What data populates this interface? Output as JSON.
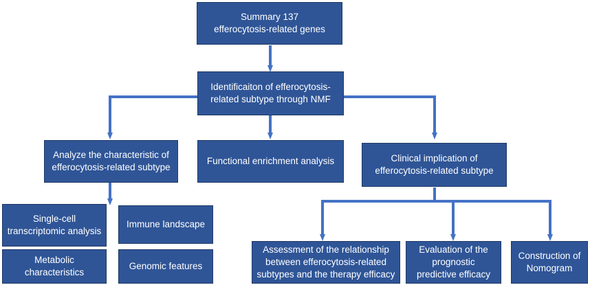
{
  "nodes": {
    "summary": "Summary 137\nefferocytosis-related genes",
    "identification": "Identificaiton of efferocytosis-\nrelated subtype through NMF",
    "analyze": "Analyze the characteristic of\nefferocytosis-related subtype",
    "functional": "Functional enrichment analysis",
    "clinical": "Clinical implication of\nefferocytosis-related subtype",
    "single_cell": "Single-cell\ntranscriptomic analysis",
    "immune": "Immune landscape",
    "metabolic": "Metabolic\ncharacteristics",
    "genomic": "Genomic features",
    "assessment": "Assessment of the relationship\nbetween efferocytosis-related\nsubtypes and the therapy efficacy",
    "evaluation": "Evaluation of the\nprognostic\npredictive efficacy",
    "nomogram": "Construction of\nNomogram"
  },
  "colors": {
    "box_fill": "#2f5597",
    "box_border": "#1f3864",
    "arrow": "#4472c4",
    "text": "#ffffff"
  }
}
